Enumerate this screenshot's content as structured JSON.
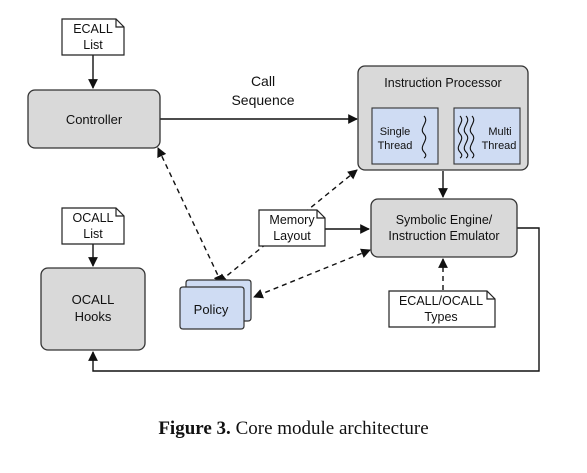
{
  "nodes": {
    "ecall_list": [
      "ECALL",
      "List"
    ],
    "controller": "Controller",
    "call_sequence": [
      "Call",
      "Sequence"
    ],
    "instruction_processor": "Instruction Processor",
    "single_thread": [
      "Single",
      "Thread"
    ],
    "multi_thread": [
      "Multi",
      "Thread"
    ],
    "ocall_list": [
      "OCALL",
      "List"
    ],
    "memory_layout": [
      "Memory",
      "Layout"
    ],
    "symbolic_engine": [
      "Symbolic Engine/",
      "Instruction Emulator"
    ],
    "ocall_hooks": [
      "OCALL",
      "Hooks"
    ],
    "policy": "Policy",
    "ecall_ocall_types": [
      "ECALL/OCALL",
      "Types"
    ]
  },
  "caption": {
    "label": "Figure 3.",
    "text": "Core module architecture"
  },
  "colors": {
    "box_fill": "#d9d9d9",
    "thread_fill": "#cfdcf3",
    "policy_fill": "#cfdcf3",
    "stroke": "#333333"
  }
}
